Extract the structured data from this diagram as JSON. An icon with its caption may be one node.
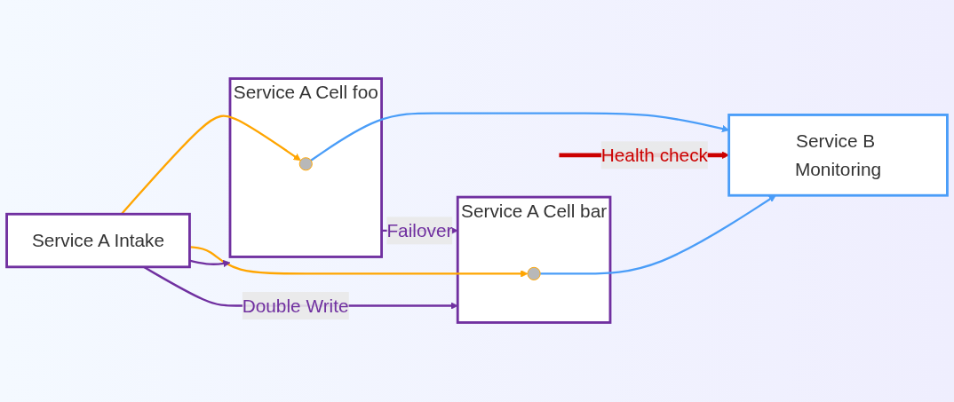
{
  "diagram": {
    "nodes": [
      {
        "text": [
          "Service A Intake"
        ]
      },
      {
        "text": [
          "Service B Monitoring"
        ]
      },
      {
        "text": [
          "Service A Cell foo"
        ]
      },
      {
        "text": [
          "Service A Cell bar"
        ]
      },
      {
        "text": [],
        "shape": "circle",
        "in": 2
      },
      {
        "text": [],
        "shape": "circle",
        "in": 3
      }
    ],
    "edges": [
      {
        "from": 0,
        "to": 2,
        "arrow": "to",
        "color": "#7030a0"
      },
      {
        "from": 0,
        "to": 3,
        "arrow": "to",
        "label": "Double Write",
        "color": "#7030a0"
      },
      {
        "from": 0,
        "to": 4,
        "arrow": "to",
        "color": "#ffa500"
      },
      {
        "from": 0,
        "to": 5,
        "arrow": "to",
        "color": "#ffa500"
      },
      {
        "from": 2,
        "to": 3,
        "arrow": "to",
        "label": "Failover",
        "color": "#7030a0"
      },
      {
        "from": null,
        "to": 1,
        "arrow": "to",
        "label": "Health check",
        "style": "thick",
        "color": "#cc0000"
      },
      {
        "from": 4,
        "to": 1,
        "arrow": "to",
        "color": "#4a9df8"
      },
      {
        "from": 5,
        "to": 1,
        "arrow": "to",
        "color": "#4a9df8"
      }
    ]
  }
}
